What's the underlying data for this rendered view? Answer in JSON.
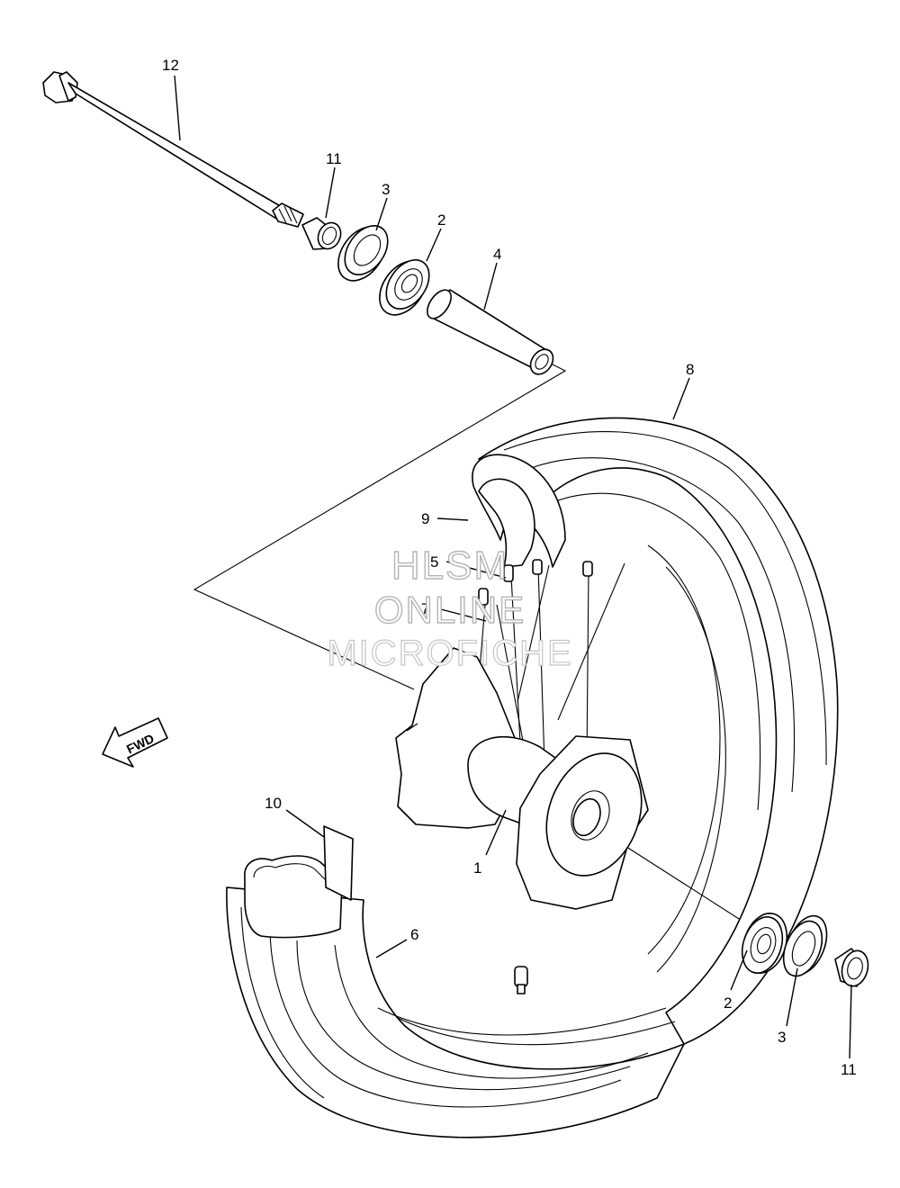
{
  "callouts": {
    "c12": "12",
    "c11_top": "11",
    "c3_top": "3",
    "c2_top": "2",
    "c4": "4",
    "c8": "8",
    "c9": "9",
    "c5": "5",
    "c7": "7",
    "c10": "10",
    "c1": "1",
    "c6": "6",
    "c2_bottom": "2",
    "c3_bottom": "3",
    "c11_bottom": "11"
  },
  "fwd_label": "FWD",
  "watermark": {
    "line1": "HLSM",
    "line2": "ONLINE",
    "line3": "MICROFICHE"
  }
}
